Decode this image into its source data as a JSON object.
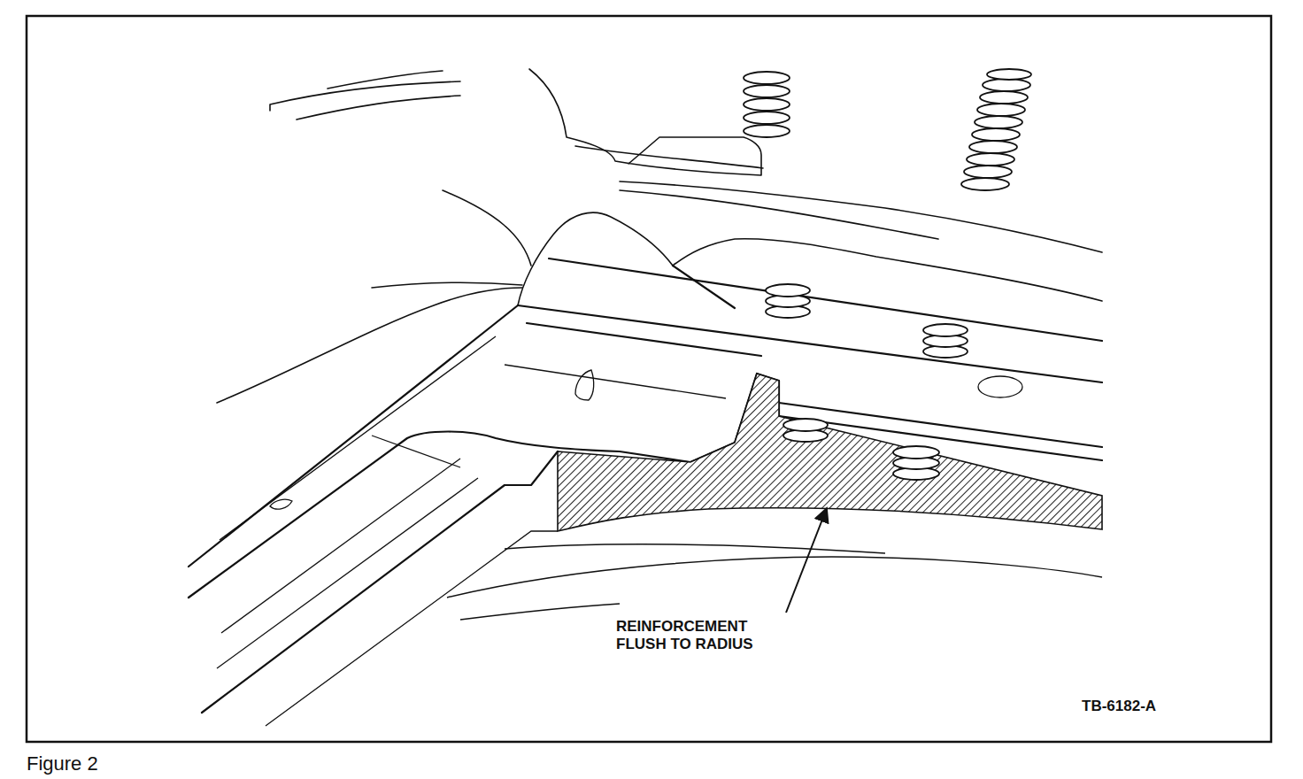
{
  "diagram": {
    "caption": "Figure 2",
    "labels": [
      "REINFORCEMENT FLUSH TO RADIUS",
      "TB-6182-A"
    ]
  }
}
